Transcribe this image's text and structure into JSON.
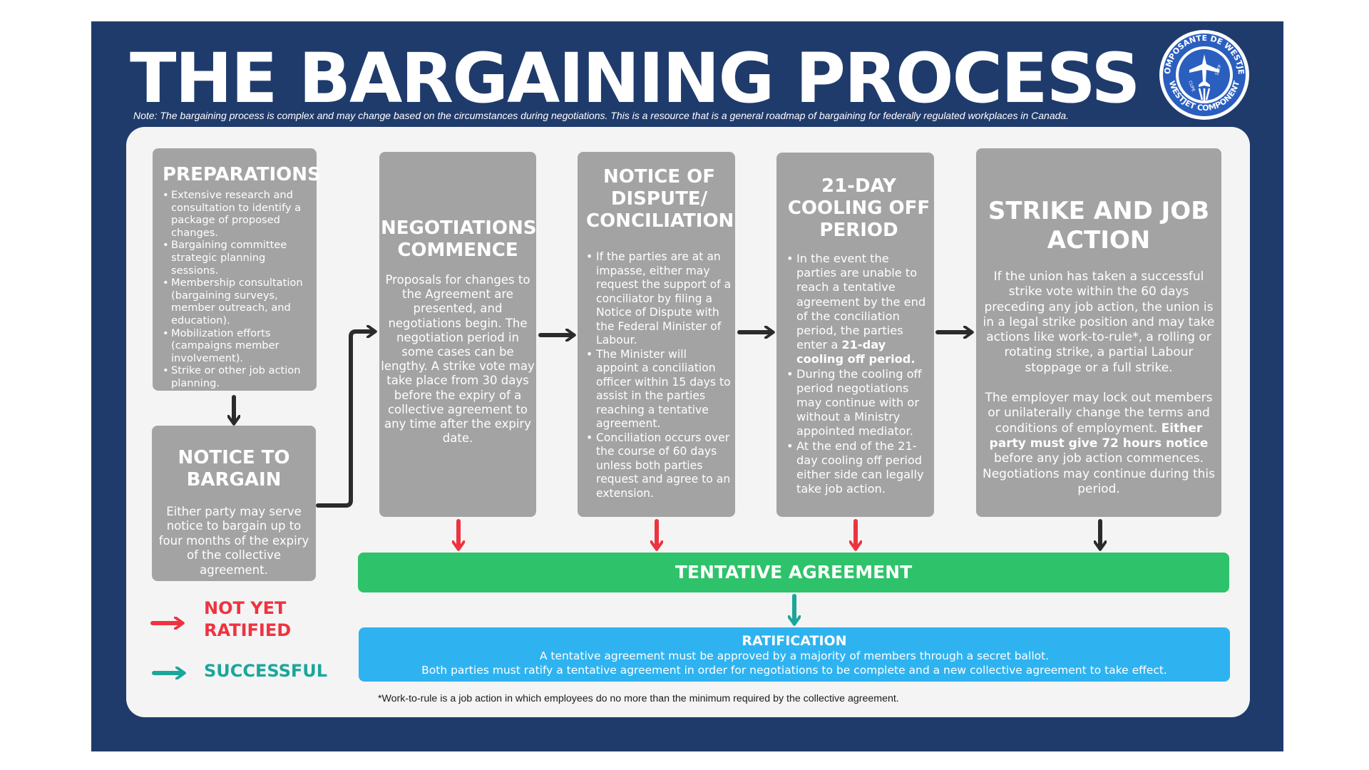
{
  "title": "THE BARGAINING PROCESS",
  "note": "Note: The bargaining process is complex and may change based on the circumstances during negotiations. This is a resource that is a general roadmap of bargaining for federally regulated workplaces in Canada.",
  "logo": {
    "top_text": "COMPOSANTE DE WESTJET",
    "bottom_text": "WESTJET COMPONENT",
    "left_text": "CUPE",
    "right_text": "SCFP",
    "icon": "airplane-icon"
  },
  "colors": {
    "navy": "#1f3b6c",
    "box_grey": "#a3a3a3",
    "green": "#2ec36a",
    "blue": "#2eb3f0",
    "red": "#ee3340",
    "teal": "#1ba69a",
    "dark": "#2b2b2b"
  },
  "boxes": {
    "preparations": {
      "title": "PREPARATIONS",
      "items": [
        "Extensive research and consultation to identify a package of proposed changes.",
        "Bargaining committee strategic planning sessions.",
        "Membership consultation (bargaining surveys, member outreach, and education).",
        "Mobilization efforts (campaigns member involvement).",
        "Strike or other job action planning."
      ]
    },
    "notice_to_bargain": {
      "title_line1": "NOTICE TO",
      "title_line2": "BARGAIN",
      "text": "Either party may serve notice to bargain up to four months of the expiry of the collective agreement."
    },
    "negotiations": {
      "title_line1": "NEGOTIATIONS",
      "title_line2": "COMMENCE",
      "text": "Proposals for changes to the Agreement are presented, and negotiations begin. The negotiation period in some cases can be lengthy. A strike vote may take place from 30 days before the expiry of a collective agreement to any time after the expiry date."
    },
    "dispute": {
      "title_line1": "NOTICE OF",
      "title_line2": "DISPUTE/",
      "title_line3": "CONCILIATION",
      "items": [
        "If the parties are at an impasse, either may request the support of a conciliator by filing a Notice of Dispute with the Federal Minister of Labour.",
        "The Minister will appoint a conciliation officer within 15 days to assist in the parties reaching a tentative agreement.",
        "Conciliation occurs over the course of 60 days unless both parties request and agree to an extension."
      ]
    },
    "cooling_off": {
      "title_line1": "21-DAY",
      "title_line2": "COOLING OFF",
      "title_line3": "PERIOD",
      "item1_text": "In the event the parties are unable to reach a tentative agreement by the end of the conciliation period, the parties enter a",
      "item1_bold": "21-day cooling off period.",
      "item2": "During the cooling off period negotiations may continue with or without a Ministry appointed mediator.",
      "item3": "At the end of the 21-day cooling off period either side can legally take job action."
    },
    "strike": {
      "title_line1": "STRIKE AND JOB",
      "title_line2": "ACTION",
      "para1": "If the union has taken a successful strike vote within the 60 days preceding any job action, the union is in a legal strike position and may take actions like work-to-rule*, a rolling or rotating strike, a partial Labour stoppage or a full strike.",
      "para2_text": "The employer may lock out members or unilaterally change the terms and conditions of employment.",
      "para2_bold": "Either party must give 72 hours notice",
      "para2_end": "before any job action commences. Negotiations may continue during this period."
    }
  },
  "tentative_agreement": "TENTATIVE AGREEMENT",
  "ratification": {
    "title": "RATIFICATION",
    "line1": "A tentative agreement must be approved by a majority of members through a secret ballot.",
    "line2": "Both parties must ratify a tentative agreement in order for negotiations to be complete and a new collective agreement to take effect."
  },
  "legend": {
    "not_ratified": "NOT YET RATIFIED",
    "successful": "SUCCESSFUL"
  },
  "footnote": "*Work-to-rule is a job action in which employees do no more than the minimum required by the collective agreement."
}
